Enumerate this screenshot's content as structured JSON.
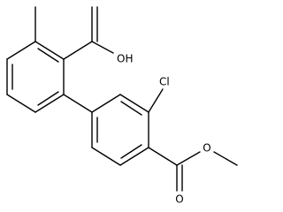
{
  "molecule": {
    "labels": {
      "hydroxyl": "OH",
      "chlorine": "Cl",
      "carbonyl_oxygen_acid": "O",
      "carbonyl_oxygen_ester": "O",
      "ester_oxygen": "O"
    }
  }
}
